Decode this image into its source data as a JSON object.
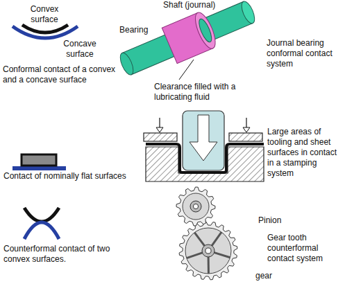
{
  "diagram": {
    "labels": [
      "Convex surface",
      "Concave surface",
      "Shaft (journal)",
      "Bearing",
      "Journal bearing conformal contact system",
      "Conformal contact of a convex and a concave surface",
      "Clearance filled with a lubricating fluid",
      "Large areas of tooling and sheet surfaces in contact in a stamping system",
      "Contact of nominally flat surfaces",
      "Pinion",
      "Gear tooth counterformal contact system",
      "Counterformal contact of two convex surfaces.",
      "gear"
    ]
  }
}
